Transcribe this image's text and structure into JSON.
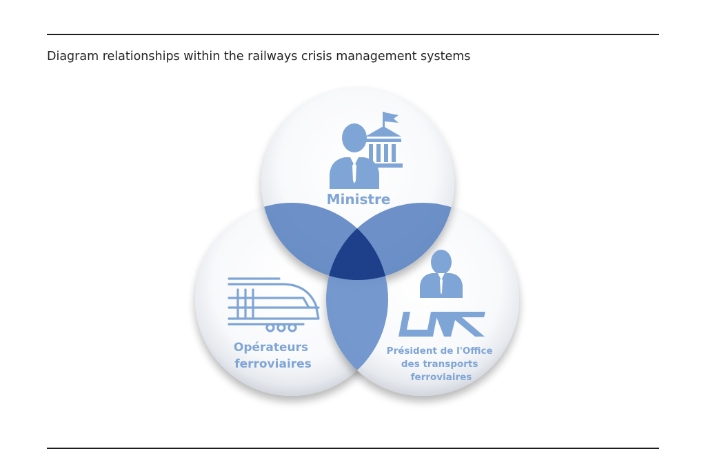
{
  "caption": "Diagram relationships within the railways crisis management systems",
  "colors": {
    "accent": "#7fa5d6",
    "overlap_pair": "#5f87c2",
    "overlap_center": "#1e3f8a"
  },
  "diagram": {
    "type": "venn",
    "sets": [
      {
        "label": "Ministre",
        "icon": "minister-building-icon"
      },
      {
        "label_lines": [
          "Opérateurs",
          "ferroviaires"
        ],
        "icon": "train-icon"
      },
      {
        "label_lines": [
          "Président de l'Office",
          "des transports",
          "ferroviaires"
        ],
        "icon": "president-logo-icon"
      }
    ]
  }
}
